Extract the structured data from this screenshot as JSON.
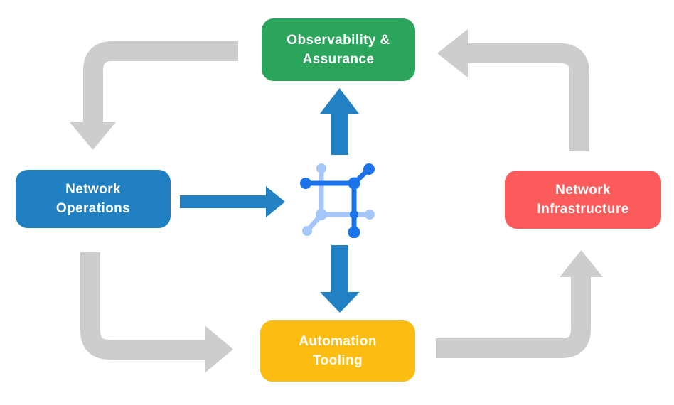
{
  "diagram": {
    "nodes": [
      {
        "id": "observability-assurance",
        "label": "Observability &\nAssurance",
        "color": "#2BA55C"
      },
      {
        "id": "network-operations",
        "label": "Network\nOperations",
        "color": "#2080C2"
      },
      {
        "id": "network-infrastructure",
        "label": "Network\nInfrastructure",
        "color": "#FC5B5B"
      },
      {
        "id": "automation-tooling",
        "label": "Automation\nTooling",
        "color": "#FCBD12"
      }
    ],
    "center_icon": {
      "name": "network-node-icon",
      "dark_blue": "#1A73E8",
      "light_blue": "#A4C6F9"
    },
    "colors": {
      "arrow_gray": "#CDCDCD",
      "arrow_blue": "#2181C3",
      "background": "#FFFFFF",
      "label_text": "#FFFFFF"
    }
  }
}
